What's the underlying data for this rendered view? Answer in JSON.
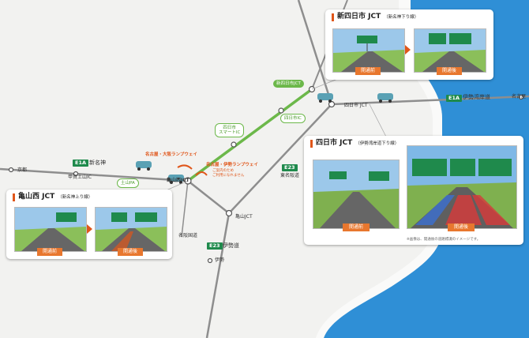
{
  "labels": {
    "e1a_left": "E1A",
    "shinmeishin": "新名神",
    "kyoto": "京都",
    "kofukuyama_ic": "甲賀土山IC",
    "suzuka_pa": "土山PA",
    "nagoya_osaka_ramp": "名古屋・大阪ランプウェイ",
    "kameyama_nishi_jct": "亀山西JCT",
    "nagoya_ise_ramp": "名古屋・伊勢ランプウェイ",
    "nagoya_ise_note1": "ご案内のため",
    "nagoya_ise_note2": "ご利用になれません",
    "e23_top": "E23",
    "higashi_meihan": "東名阪道",
    "kameyama_jct": "亀山JCT",
    "meihan": "名阪国道",
    "e23_bottom": "E23",
    "isewan": "伊勢道",
    "ise": "伊勢",
    "shin_yokkaichi_jct": "新四日市JCT",
    "yokkaichi_ic": "四日市IC",
    "smart_ic_line1": "四日市",
    "smart_ic_line2": "スマートIC",
    "yokkaichi_jct": "四日市 JCT",
    "e1a_right": "E1A",
    "isewangan": "伊勢湾岸道",
    "nagoya_right": "名古屋"
  },
  "panels": {
    "kameyama_nishi": {
      "title": "亀山西 JCT",
      "subtitle": "（新名神上り線）",
      "before": "開通前",
      "after": "開通後"
    },
    "shin_yokkaichi": {
      "title": "新四日市 JCT",
      "subtitle": "（新名神下り線）",
      "before": "開通前",
      "after": "開通後"
    },
    "yokkaichi": {
      "title": "四日市 JCT",
      "subtitle": "（伊勢湾岸道下り線）",
      "before": "開通前",
      "after": "開通後",
      "footnote": "※画像は、開通後の道路標識のイメージです。"
    }
  },
  "colors": {
    "water": "#2f8fd6",
    "land": "#f2f2f0",
    "road_existing": "#8e8e8e",
    "road_new": "#6cb84a",
    "accent": "#e0561a",
    "sign_green": "#1f8a4c"
  }
}
